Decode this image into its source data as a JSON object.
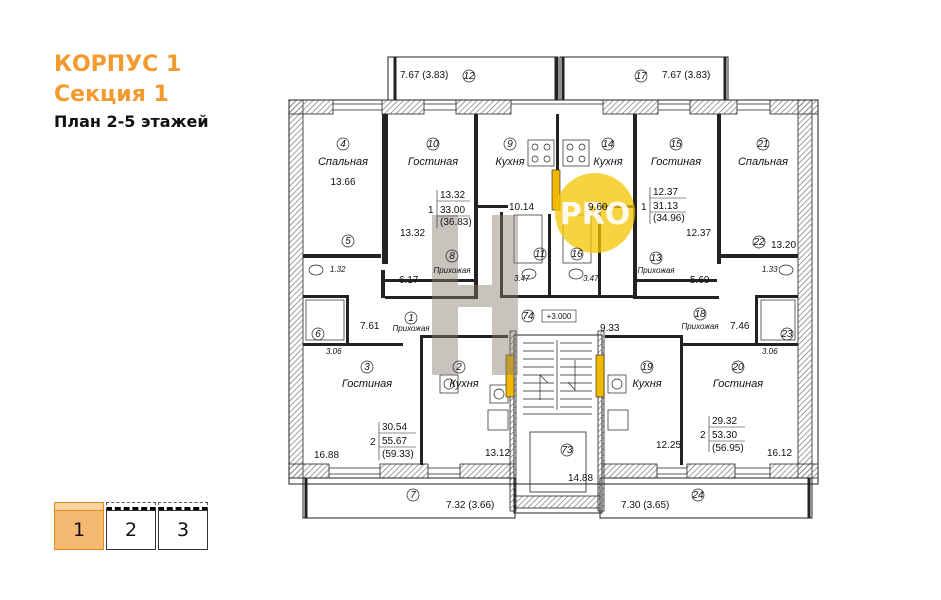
{
  "header": {
    "building": "КОРПУС 1",
    "section": "Секция 1",
    "plan": "План 2-5 этажей"
  },
  "section_selector": {
    "active": 1,
    "items": [
      {
        "label": "1"
      },
      {
        "label": "2"
      },
      {
        "label": "3"
      }
    ]
  },
  "colors": {
    "accent": "#f39a2e",
    "active_section": "#f5b870",
    "wall_hatch": "#888888"
  },
  "watermark": {
    "text": "PRO"
  },
  "plan": {
    "rooms": {
      "r4": {
        "num": "4",
        "label": "Спальная",
        "area": "13.66"
      },
      "r10": {
        "num": "10",
        "label": "Гостиная",
        "area": "13.32"
      },
      "r9": {
        "num": "9",
        "label": "Кухня",
        "area": "10.14"
      },
      "r14": {
        "num": "14",
        "label": "Кухня",
        "area": "9.60"
      },
      "r15": {
        "num": "15",
        "label": "Гостиная",
        "area": "12.37"
      },
      "r21": {
        "num": "21",
        "label": "Спальная",
        "area": "13.20"
      },
      "r12": {
        "num": "12",
        "area": "7.67 (3.83)"
      },
      "r17": {
        "num": "17",
        "area": "7.67 (3.83)"
      },
      "r5": {
        "num": "5",
        "area": "1.32"
      },
      "r6": {
        "num": "6",
        "area": "3.06"
      },
      "r8": {
        "num": "8",
        "label": "Прихожая",
        "area": "6.17"
      },
      "r11": {
        "num": "11",
        "area": "3.47"
      },
      "r16": {
        "num": "16",
        "area": "3.47"
      },
      "r13": {
        "num": "13",
        "label": "Прихожая",
        "area": "5.69"
      },
      "r22": {
        "num": "22",
        "area": "1.33"
      },
      "r23": {
        "num": "23",
        "area": "3.06"
      },
      "r1": {
        "num": "1",
        "label": "Прихожая",
        "area": "7.61"
      },
      "r18": {
        "num": "18",
        "label": "Прихожая",
        "area": "7.46"
      },
      "r74": {
        "num": "74",
        "area": "9.33",
        "level": "+3.000"
      },
      "r3": {
        "num": "3",
        "label": "Гостиная",
        "area": "16.88"
      },
      "r2": {
        "num": "2",
        "label": "Кухня",
        "area": "13.12"
      },
      "r19": {
        "num": "19",
        "label": "Кухня",
        "area": "12.25"
      },
      "r20": {
        "num": "20",
        "label": "Гостиная",
        "area": "16.12"
      },
      "r73": {
        "num": "73",
        "area": "14.88"
      },
      "r7": {
        "num": "7",
        "area": "7.32 (3.66)"
      },
      "r24": {
        "num": "24",
        "area": "7.30 (3.65)"
      }
    },
    "apartments": {
      "a1": {
        "rooms": "1",
        "living": "13.32",
        "total": "33.00",
        "total_with_balcony": "(36.83)"
      },
      "a2": {
        "rooms": "1",
        "living": "12.37",
        "total": "31.13",
        "total_with_balcony": "(34.96)"
      },
      "a3": {
        "rooms": "2",
        "living": "30.54",
        "total": "55.67",
        "total_with_balcony": "(59.33)"
      },
      "a4": {
        "rooms": "2",
        "living": "29.32",
        "total": "53.30",
        "total_with_balcony": "(56.95)"
      }
    }
  }
}
